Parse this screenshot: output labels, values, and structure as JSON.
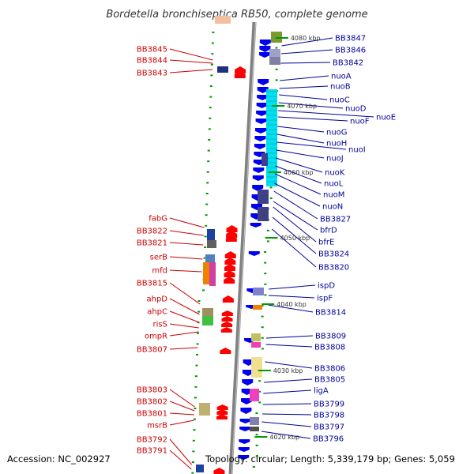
{
  "title": "Bordetella bronchiseptica RB50, complete genome",
  "footer": {
    "accession": "Accession: NC_002927",
    "topology": "Topology: circular; Length: 5,339,179 bp; Genes: 5,059"
  },
  "colors": {
    "backbone": "#a0a0a0",
    "backbone_dark": "#606060",
    "left_label": "#cc0000",
    "right_label": "#000099",
    "forward_arrow": "#ff0000",
    "reverse_arrow": "#0000ee",
    "tick": "#009900",
    "nuo_operon": "#00e0f0"
  },
  "kbp_marks": [
    "4080 kbp",
    "4070 kbp",
    "4060 kbp",
    "4050 kbp",
    "4040 kbp",
    "4030 kbp",
    "4020 kbp"
  ],
  "left_labels": [
    "BB3845",
    "BB3844",
    "BB3843",
    "fabG",
    "BB3822",
    "BB3821",
    "serB",
    "mfd",
    "BB3815",
    "ahpD",
    "ahpC",
    "risS",
    "ompR",
    "BB3807",
    "BB3803",
    "BB3802",
    "BB3801",
    "msrB",
    "BB3792",
    "BB3791"
  ],
  "right_labels": [
    "BB3847",
    "BB3846",
    "BB3842",
    "nuoA",
    "nuoB",
    "nuoC",
    "nuoD",
    "nuoE",
    "nuoF",
    "nuoG",
    "nuoH",
    "nuoI",
    "nuoJ",
    "nuoK",
    "nuoL",
    "nuoM",
    "nuoN",
    "BB3827",
    "bfrD",
    "bfrE",
    "BB3824",
    "BB3820",
    "ispD",
    "ispF",
    "BB3814",
    "BB3809",
    "BB3808",
    "BB3806",
    "BB3805",
    "ligA",
    "BB3799",
    "BB3798",
    "BB3797",
    "BB3796"
  ]
}
